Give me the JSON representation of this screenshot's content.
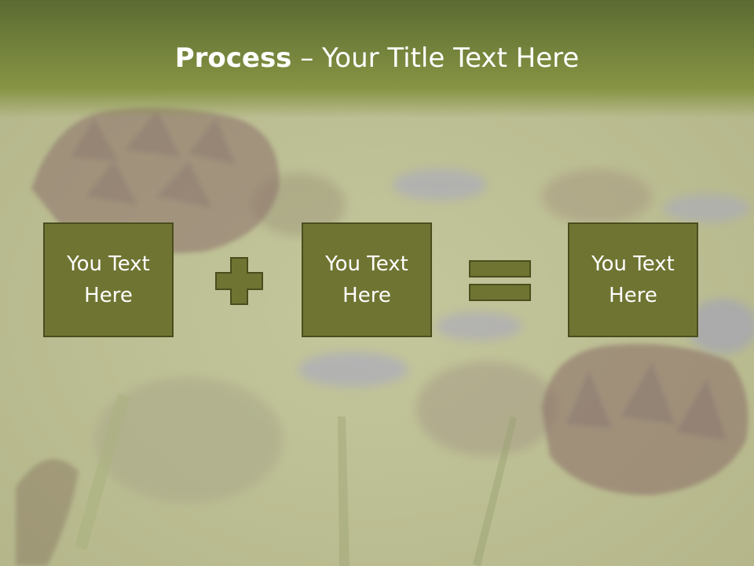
{
  "slide": {
    "title_bold": "Process",
    "title_rest": " – Your Title Text Here"
  },
  "boxes": [
    {
      "text": "You Text Here"
    },
    {
      "text": "You Text Here"
    },
    {
      "text": "You Text Here"
    }
  ],
  "operators": [
    "plus-sign",
    "equals-sign"
  ],
  "colors": {
    "title_bar": "#6f7f3a",
    "box_fill": "#6f7432",
    "box_border": "#4a4d1d",
    "text": "#ffffff"
  }
}
